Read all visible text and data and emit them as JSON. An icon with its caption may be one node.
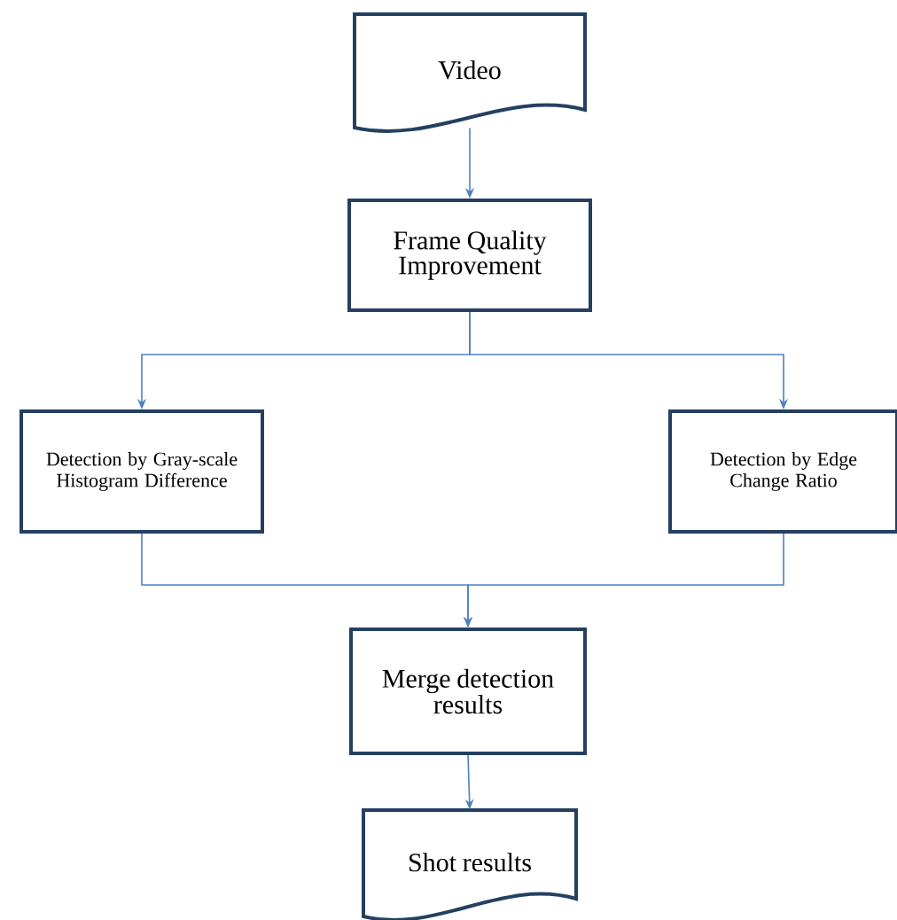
{
  "diagram": {
    "nodes": [
      {
        "text": [
          "Video"
        ]
      },
      {
        "text": [
          "Frame Quality Improvement"
        ]
      },
      {
        "text": [
          "Detection by Gray-scale Histogram Difference"
        ]
      },
      {
        "text": [
          "Detection by Edge Change Ratio"
        ]
      },
      {
        "text": [
          "Merge detection results"
        ]
      },
      {
        "text": [
          "Shot results"
        ]
      }
    ],
    "edges": [
      {
        "from": 0,
        "to": 1,
        "arrow": "to"
      },
      {
        "from": 1,
        "to": 2,
        "arrow": "to"
      },
      {
        "from": 1,
        "to": 3,
        "arrow": "to"
      },
      {
        "from": 2,
        "to": 4,
        "arrow": "to"
      },
      {
        "from": 3,
        "to": 4,
        "arrow": "to"
      },
      {
        "from": 4,
        "to": 5,
        "arrow": "to"
      }
    ]
  }
}
